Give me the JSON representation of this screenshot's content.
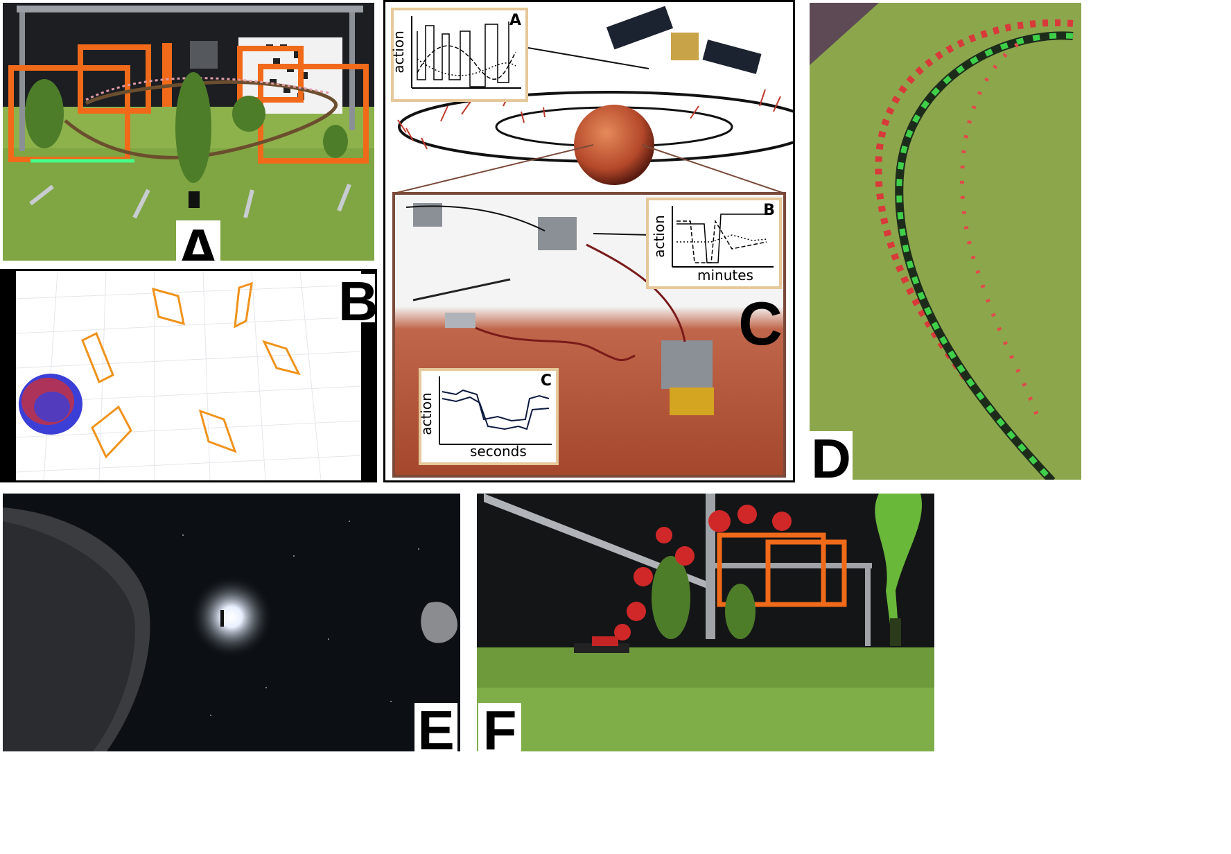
{
  "panels": {
    "a": {
      "label": "A"
    },
    "b": {
      "label": "B"
    },
    "c": {
      "label": "C",
      "inset_a": {
        "letter": "A",
        "ylabel": "action"
      },
      "inset_b": {
        "letter": "B",
        "ylabel": "action",
        "xlabel": "minutes"
      },
      "inset_c": {
        "letter": "C",
        "ylabel": "action",
        "xlabel": "seconds"
      }
    },
    "d": {
      "label": "D"
    },
    "e": {
      "label": "E"
    },
    "f": {
      "label": "F"
    }
  },
  "colors": {
    "gate_orange": "#f06a1a",
    "turf_green": "#7aa23a",
    "mars_red": "#c0542c",
    "space_black": "#0c1014",
    "inset_border": "#e6c89a"
  }
}
